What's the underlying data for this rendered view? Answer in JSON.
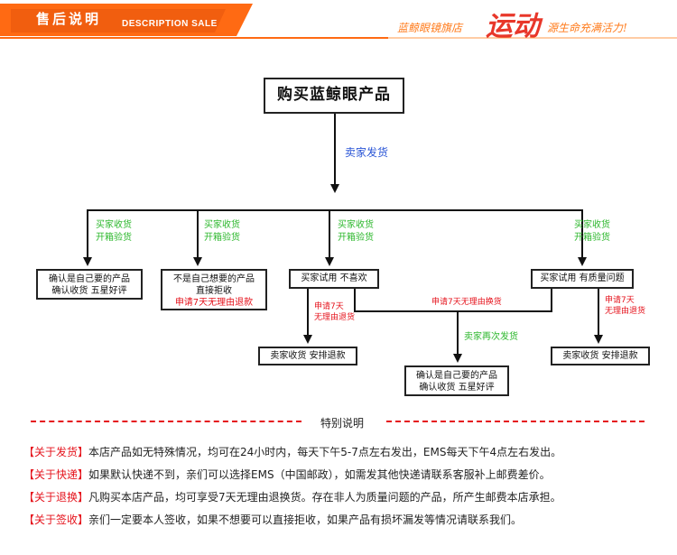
{
  "header": {
    "title": "售后说明",
    "title_en": "DESCRIPTION SALE",
    "slogan_pre": "蓝鲸眼镜旗店",
    "slogan_big": "运动",
    "slogan_post": "源生命充满活力!"
  },
  "flow": {
    "top_box": "购买蓝鲸眼产品",
    "ship_label": "卖家发货",
    "receive_label_1": "买家收货",
    "receive_label_2": "开箱验货",
    "box_ok_line1": "确认是自己要的产品",
    "box_ok_line2": "确认收货   五星好评",
    "box_reject_line1": "不是自己想要的产品",
    "box_reject_line2": "直接拒收",
    "box_reject_line3": "申请7天无理由退款",
    "box_dislike": "买家试用 不喜欢",
    "box_quality": "买家试用 有质量问题",
    "refund7_line1": "申请7天",
    "refund7_line2": "无理由退货",
    "exchange_label": "申请7天无理由换货",
    "reship_label": "卖家再次发货",
    "box_refund_1": "卖家收货 安排退款",
    "box_refund_2": "卖家收货 安排退款",
    "box_final_line1": "确认是自己要的产品",
    "box_final_line2": "确认收货   五星好评"
  },
  "special": {
    "title": "特别说明",
    "notes": [
      {
        "tag": "【关于发货】",
        "text": "本店产品如无特殊情况，均可在24小时内，每天下午5-7点左右发出，EMS每天下午4点左右发出。"
      },
      {
        "tag": "【关于快递】",
        "text": "如果默认快递不到，亲们可以选择EMS（中国邮政），如需发其他快递请联系客服补上邮费差价。"
      },
      {
        "tag": "【关于退换】",
        "text": "凡购买本店产品，均可享受7天无理由退换货。存在非人为质量问题的产品，所产生邮费本店承担。"
      },
      {
        "tag": "【关于签收】",
        "text": "亲们一定要本人签收，如果不想要可以直接拒收，如果产品有损坏漏发等情况请联系我们。"
      }
    ]
  },
  "colors": {
    "header_orange": "#ff6a13",
    "header_red": "#e8372a",
    "label_green": "#2eb82e",
    "label_blue": "#2a55d6",
    "label_red": "#e5131c"
  }
}
